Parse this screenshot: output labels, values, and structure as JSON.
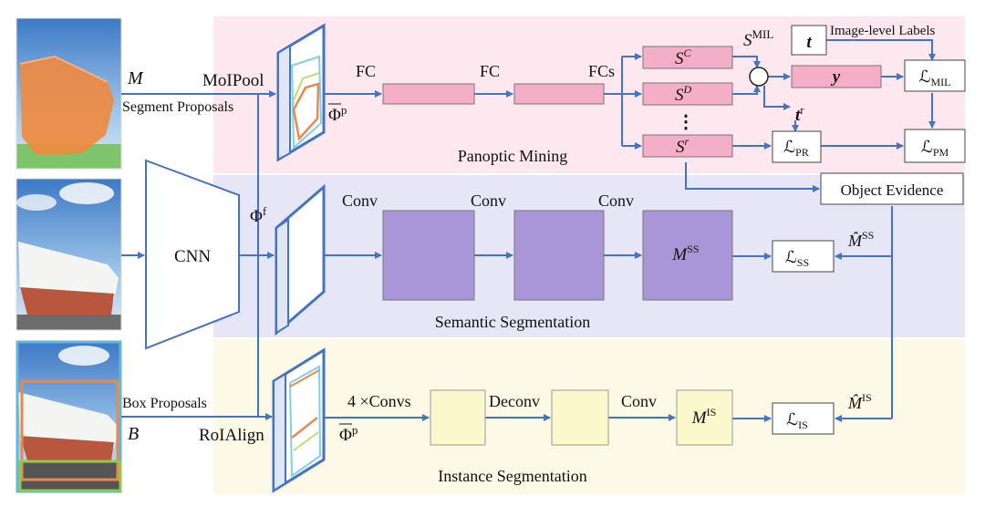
{
  "regions": {
    "panoptic": "Panoptic Mining",
    "semantic": "Semantic Segmentation",
    "instance": "Instance Segmentation"
  },
  "inputs": {
    "segment_symbol": "M",
    "segment_caption": "Segment Proposals",
    "box_symbol": "B",
    "box_caption": "Box Proposals"
  },
  "backbone": {
    "label": "CNN"
  },
  "pooling": {
    "moipool": "MoIPool",
    "roialign": "RoIAlign",
    "phi": "Φ",
    "p": "p",
    "f": "f"
  },
  "panoptic": {
    "fc1": "FC",
    "fc2": "FC",
    "fcs": "FCs",
    "s": "S",
    "sc_sup": "C",
    "sd_sup": "D",
    "sr_sup": "r",
    "dots": "⋮",
    "smil_sup": "MIL",
    "odot": "⊙",
    "t": "t",
    "tr_sup": "r",
    "y": "y",
    "image_labels": "Image-level Labels",
    "object_evidence": "Object Evidence"
  },
  "losses": {
    "L": "ℒ",
    "mil": "MIL",
    "pr": "PR",
    "pm": "PM",
    "ss": "SS",
    "is": "IS"
  },
  "semantic": {
    "conv1": "Conv",
    "conv2": "Conv",
    "conv3": "Conv",
    "m": "M",
    "m_sup": "SS",
    "mhat": "M̂",
    "mhat_sup": "SS"
  },
  "instance": {
    "convs": "4 ×Convs",
    "deconv": "Deconv",
    "conv": "Conv",
    "m": "M",
    "m_sup": "IS",
    "mhat": "M̂",
    "mhat_sup": "IS"
  },
  "colors": {
    "arrow": "#4472C4",
    "panoptic_bg": "#FCE8EE",
    "semantic_bg": "#E6E6F7",
    "instance_bg": "#FCFAE6",
    "fc_fill": "#F4AEC8",
    "conv_fill": "#A896D8",
    "inst_fill": "#FBF8CC"
  }
}
